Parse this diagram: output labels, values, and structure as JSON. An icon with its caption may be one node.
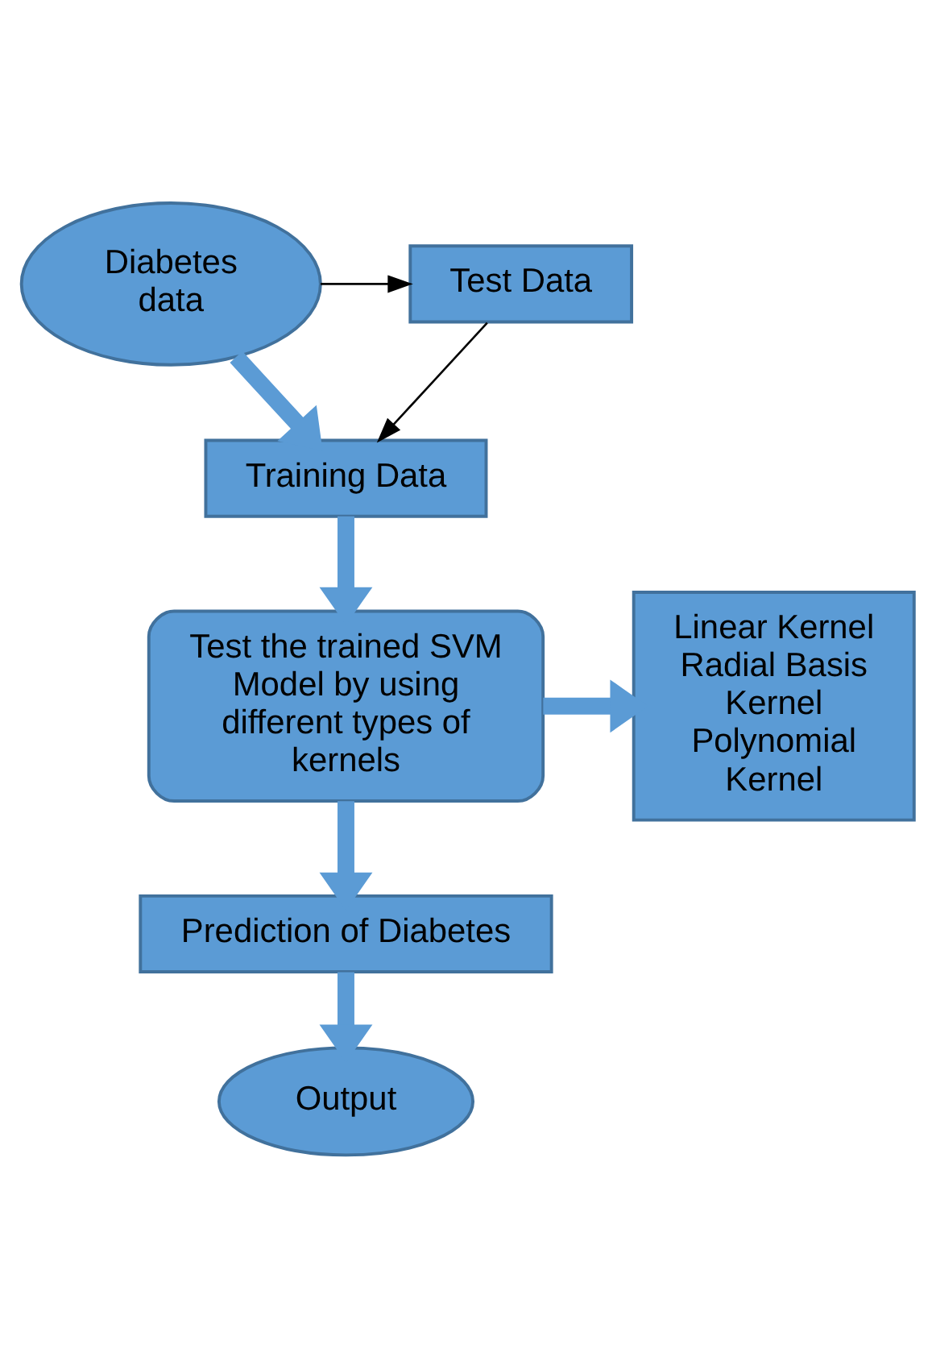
{
  "diagram": {
    "nodes": [
      {
        "text": [
          "Diabetes data"
        ]
      },
      {
        "text": [
          "Test Data"
        ]
      },
      {
        "text": [
          "Training Data"
        ]
      },
      {
        "text": [
          "Test the trained SVM Model by using different types of kernels"
        ]
      },
      {
        "text": [
          "Linear Kernel",
          "Radial Basis Kernel",
          "Polynomial Kernel"
        ]
      },
      {
        "text": [
          "Prediction of Diabetes"
        ]
      },
      {
        "text": [
          "Output"
        ]
      }
    ],
    "edges": [
      {
        "from": 0,
        "to": 1,
        "arrow": "to",
        "color": "#000000"
      },
      {
        "from": 0,
        "to": 2,
        "arrow": "to"
      },
      {
        "from": 1,
        "to": 2,
        "arrow": "to",
        "color": "#000000"
      },
      {
        "from": 2,
        "to": 3,
        "arrow": "to"
      },
      {
        "from": 3,
        "to": 4,
        "arrow": "to"
      },
      {
        "from": 3,
        "to": 5,
        "arrow": "to"
      },
      {
        "from": 5,
        "to": 6,
        "arrow": "to"
      }
    ]
  }
}
